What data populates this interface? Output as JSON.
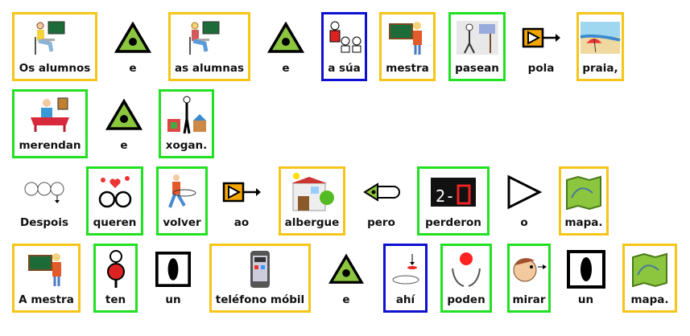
{
  "colors": {
    "noun": "#f5c518",
    "verb": "#22e022",
    "pronoun": "#1010d0",
    "none": "transparent"
  },
  "rows": [
    [
      {
        "label": "Os alumnos",
        "type": "noun",
        "icon": "student-boy-icon"
      },
      {
        "label": "e",
        "type": "none",
        "icon": "conjunction-triangle-icon"
      },
      {
        "label": "as alumnas",
        "type": "noun",
        "icon": "student-girl-icon"
      },
      {
        "label": "e",
        "type": "none",
        "icon": "conjunction-triangle-icon"
      },
      {
        "label": "a súa",
        "type": "pronoun",
        "icon": "possessive-people-icon"
      },
      {
        "label": "mestra",
        "type": "noun",
        "icon": "teacher-icon"
      },
      {
        "label": "pasean",
        "type": "verb",
        "icon": "stroll-icon"
      },
      {
        "label": "pola",
        "type": "none",
        "icon": "preposition-arrow-icon"
      },
      {
        "label": "praia,",
        "type": "noun",
        "icon": "beach-icon"
      }
    ],
    [
      {
        "label": "merendan",
        "type": "verb",
        "icon": "snack-icon"
      },
      {
        "label": "e",
        "type": "none",
        "icon": "conjunction-triangle-icon"
      },
      {
        "label": "xogan.",
        "type": "verb",
        "icon": "play-toys-icon"
      }
    ],
    [
      {
        "label": "Despois",
        "type": "none",
        "icon": "clocks-later-icon"
      },
      {
        "label": "queren",
        "type": "verb",
        "icon": "love-hearts-icon"
      },
      {
        "label": "volver",
        "type": "verb",
        "icon": "return-walk-icon"
      },
      {
        "label": "ao",
        "type": "none",
        "icon": "preposition-arrow-icon"
      },
      {
        "label": "albergue",
        "type": "noun",
        "icon": "hostel-icon"
      },
      {
        "label": "pero",
        "type": "none",
        "icon": "but-arrow-icon"
      },
      {
        "label": "perderon",
        "type": "verb",
        "icon": "scoreboard-icon"
      },
      {
        "label": "o",
        "type": "none",
        "icon": "article-triangle-icon"
      },
      {
        "label": "mapa.",
        "type": "noun",
        "icon": "map-icon"
      }
    ],
    [
      {
        "label": "A mestra",
        "type": "noun",
        "icon": "teacher-icon"
      },
      {
        "label": "ten",
        "type": "verb",
        "icon": "have-icon"
      },
      {
        "label": "un",
        "type": "none",
        "icon": "one-article-icon"
      },
      {
        "label": "teléfono móbil",
        "type": "noun",
        "icon": "mobile-phone-icon"
      },
      {
        "label": "e",
        "type": "none",
        "icon": "conjunction-triangle-icon"
      },
      {
        "label": "ahí",
        "type": "pronoun",
        "icon": "there-icon"
      },
      {
        "label": "poden",
        "type": "verb",
        "icon": "can-icon"
      },
      {
        "label": "mirar",
        "type": "verb",
        "icon": "look-icon"
      },
      {
        "label": "un",
        "type": "none",
        "icon": "one-article-icon"
      },
      {
        "label": "mapa.",
        "type": "noun",
        "icon": "map-icon"
      }
    ]
  ]
}
